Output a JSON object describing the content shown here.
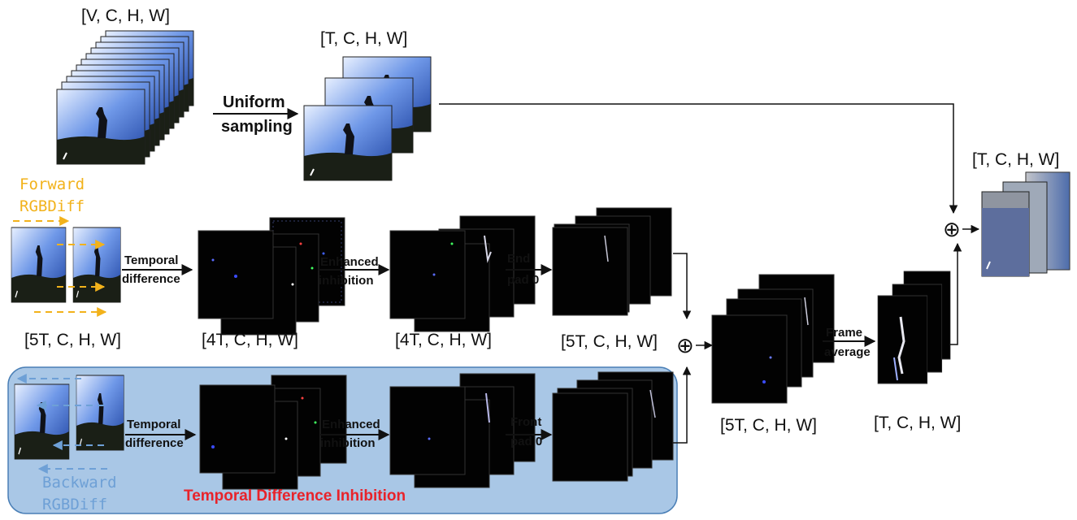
{
  "colors": {
    "forward": "#f2b21b",
    "backward": "#6ea0d6",
    "region_fill": "#a9c7e6",
    "region_stroke": "#4a7fb6",
    "title": "#e8232a"
  },
  "shapes": {
    "video": "[V, C, H, W]",
    "sampled": "[T, C, H, W]",
    "output": "[T, C, H, W]",
    "input_diff": "[5T, C, H, W]",
    "tdiff": "[4T, C, H, W]",
    "inhib": "[4T, C, H, W]",
    "pad": "[5T, C, H, W]",
    "sum": "[5T, C, H, W]",
    "avg": "[T, C, H, W]"
  },
  "ops": {
    "uniform_1": "Uniform",
    "uniform_2": "sampling",
    "temporal_1": "Temporal",
    "temporal_2": "difference",
    "enhanced_1": "Enhanced",
    "enhanced_2": "inhibition",
    "end_1": "End",
    "end_2": "pad 0",
    "front_1": "Front",
    "front_2": "pad 0",
    "frame_1": "Frame",
    "frame_2": "average"
  },
  "labels": {
    "forward_1": "Forward",
    "forward_2": "RGBDiff",
    "backward_1": "Backward",
    "backward_2": "RGBDiff",
    "region_title": "Temporal Difference Inhibition"
  },
  "symbols": {
    "plus": "⊕"
  }
}
